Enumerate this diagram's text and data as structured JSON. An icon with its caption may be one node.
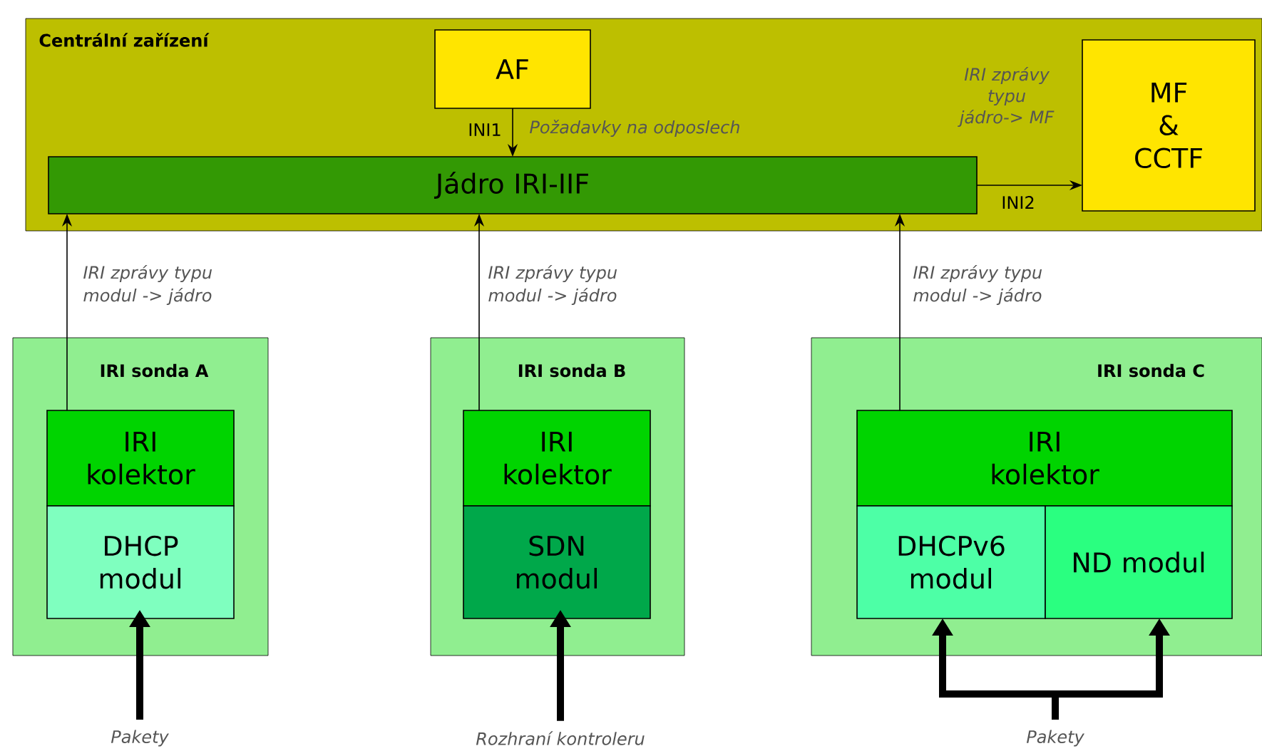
{
  "diagram": {
    "nodes": [
      {
        "text": [
          "Centrální zařízení"
        ]
      },
      {
        "text": [
          "AF"
        ],
        "in": 0
      },
      {
        "text": [
          "Jádro IRI-IIF"
        ],
        "in": 0
      },
      {
        "text": [
          "MF & CCTF"
        ],
        "in": 0
      },
      {
        "text": [
          "IRI sonda A"
        ]
      },
      {
        "text": [
          "IRI kolektor"
        ],
        "in": 4
      },
      {
        "text": [
          "DHCP modul"
        ],
        "in": 4
      },
      {
        "text": [
          "IRI sonda B"
        ]
      },
      {
        "text": [
          "IRI kolektor"
        ],
        "in": 7
      },
      {
        "text": [
          "SDN modul"
        ],
        "in": 7
      },
      {
        "text": [
          "IRI sonda C"
        ]
      },
      {
        "text": [
          "IRI kolektor"
        ],
        "in": 10
      },
      {
        "text": [
          "DHCPv6 modul"
        ],
        "in": 10
      },
      {
        "text": [
          "ND modul"
        ],
        "in": 10
      },
      {
        "text": [
          "Pakety"
        ]
      },
      {
        "text": [
          "Rozhraní kontroleru"
        ]
      },
      {
        "text": [
          "Pakety"
        ]
      }
    ],
    "edges": [
      {
        "from": 1,
        "to": 2,
        "arrow": "to",
        "label": "INI1"
      },
      {
        "from": 2,
        "to": 3,
        "arrow": "to",
        "label": "INI2"
      },
      {
        "from": 5,
        "to": 2,
        "arrow": "to",
        "label": "IRI zprávy typu modul -> jádro"
      },
      {
        "from": 8,
        "to": 2,
        "arrow": "to",
        "label": "IRI zprávy typu modul -> jádro"
      },
      {
        "from": 11,
        "to": 2,
        "arrow": "to",
        "label": "IRI zprávy typu modul -> jádro"
      },
      {
        "from": 14,
        "to": 6,
        "arrow": "to",
        "style": "thick"
      },
      {
        "from": 15,
        "to": 9,
        "arrow": "to",
        "style": "thick"
      },
      {
        "from": 16,
        "to": 12,
        "arrow": "to",
        "style": "thick"
      },
      {
        "from": 16,
        "to": 13,
        "arrow": "to",
        "style": "thick"
      }
    ],
    "labels": [
      "Požadavky na odposlech",
      "IRI zprávy typu jádro-> MF"
    ]
  }
}
